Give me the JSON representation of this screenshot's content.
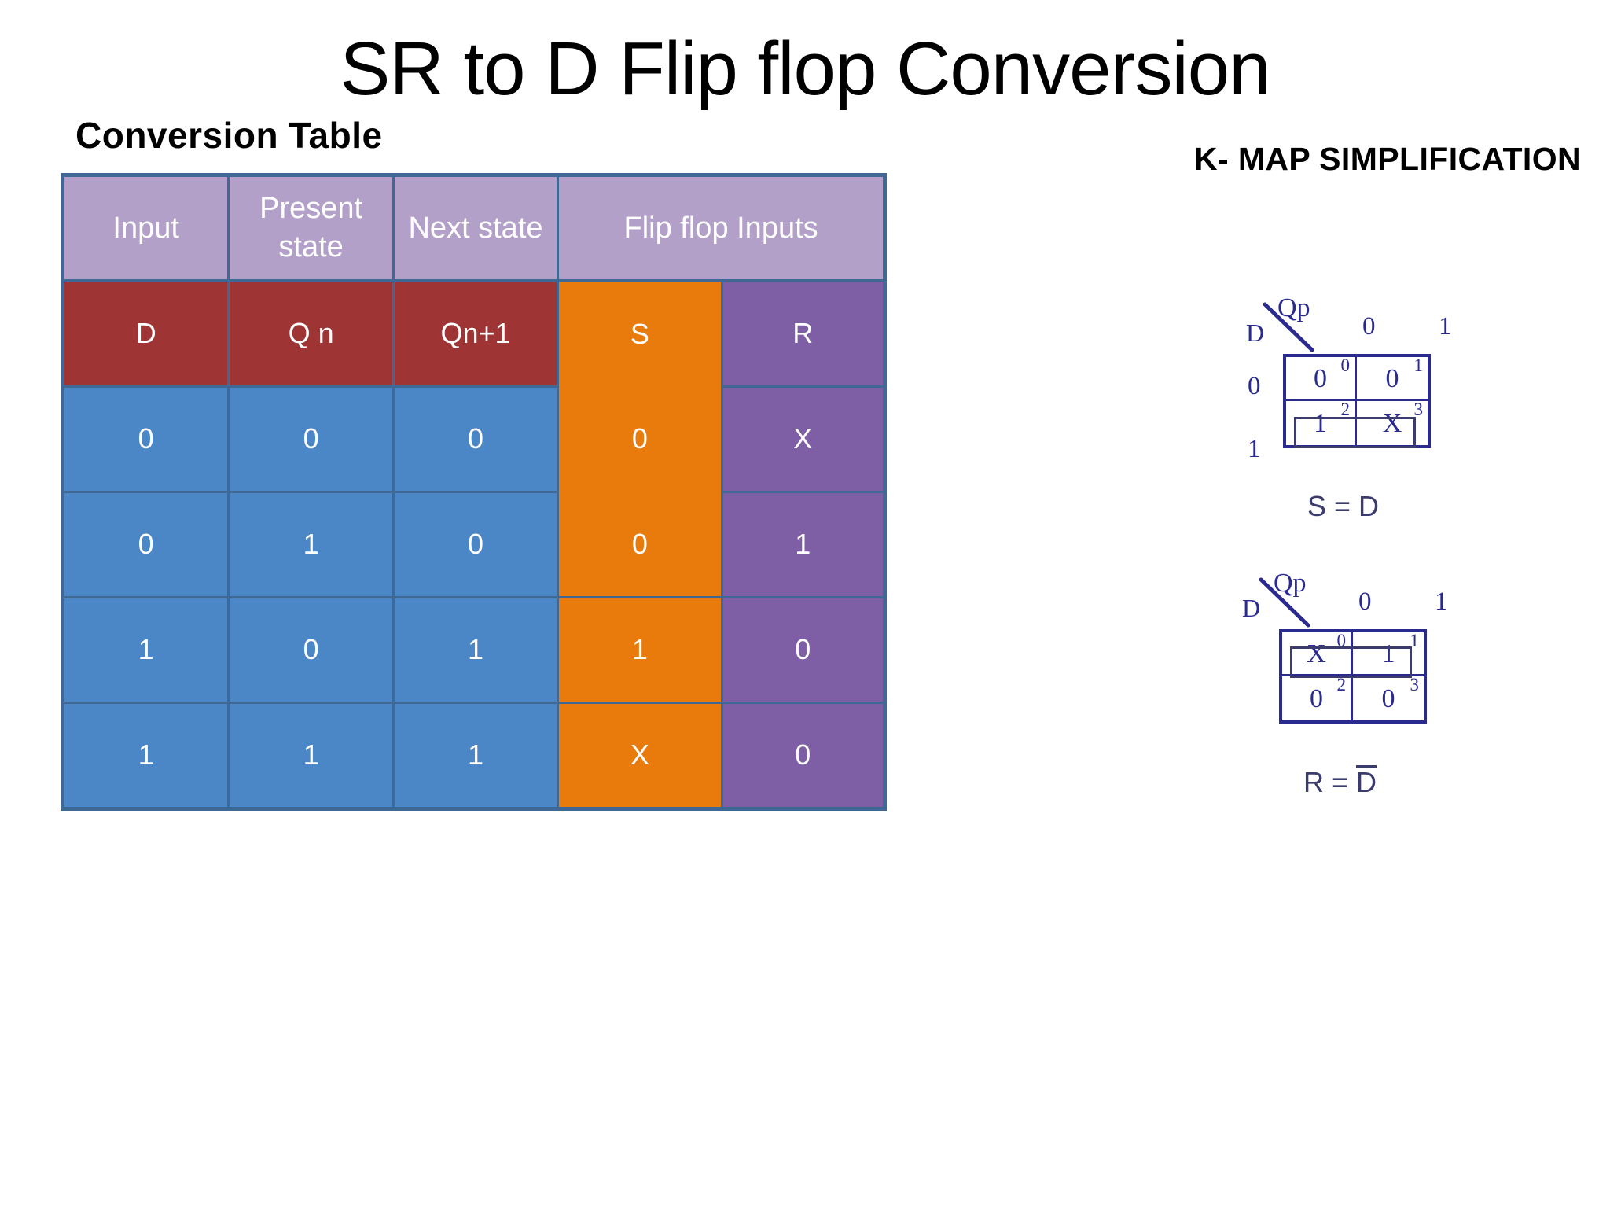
{
  "slide": {
    "title": "SR to D Flip flop Conversion",
    "conversion_table_label": "Conversion Table",
    "kmap_heading": "K- MAP SIMPLIFICATION"
  },
  "colors": {
    "header_lavender": "#B3A0C8",
    "symbol_row_red": "#9E3433",
    "data_blue": "#4B87C6",
    "s_column_orange": "#E87B0B",
    "r_column_purple": "#7E5FA5",
    "table_border": "#3F6895",
    "kmap_ink": "#2B2B8F",
    "text_white": "#FFFFFF",
    "background": "#FFFFFF"
  },
  "table": {
    "group_headers": [
      "Input",
      "Present state",
      "Next state",
      "Flip flop Inputs"
    ],
    "symbol_headers": [
      "D",
      "Q n",
      "Qn+1",
      "S",
      "R"
    ],
    "rows": [
      [
        "0",
        "0",
        "0",
        "0",
        "X"
      ],
      [
        "0",
        "1",
        "0",
        "0",
        "1"
      ],
      [
        "1",
        "0",
        "1",
        "1",
        "0"
      ],
      [
        "1",
        "1",
        "1",
        "X",
        "0"
      ]
    ]
  },
  "kmaps": [
    {
      "name": "s-kmap",
      "row_var": "D",
      "col_var": "Qp",
      "col_labels": [
        "0",
        "1"
      ],
      "row_labels": [
        "0",
        "1"
      ],
      "cells": [
        {
          "index": "0",
          "value": "0"
        },
        {
          "index": "1",
          "value": "0"
        },
        {
          "index": "2",
          "value": "1"
        },
        {
          "index": "3",
          "value": "X"
        }
      ],
      "group": "bottom row (cells 2,3)",
      "result_lhs": "S = ",
      "result_rhs": "D",
      "result_overbar": false
    },
    {
      "name": "r-kmap",
      "row_var": "D",
      "col_var": "Qp",
      "col_labels": [
        "0",
        "1"
      ],
      "row_labels": [
        "",
        ""
      ],
      "cells": [
        {
          "index": "0",
          "value": "X"
        },
        {
          "index": "1",
          "value": "1"
        },
        {
          "index": "2",
          "value": "0"
        },
        {
          "index": "3",
          "value": "0"
        }
      ],
      "group": "top row (cells 0,1)",
      "result_lhs": "R = ",
      "result_rhs": "D",
      "result_overbar": true
    }
  ],
  "chart_data": {
    "type": "table",
    "title": "SR to D Flip flop Conversion Table",
    "columns": [
      "D",
      "Q n",
      "Qn+1",
      "S",
      "R"
    ],
    "column_groups": [
      "Input",
      "Present state",
      "Next state",
      "Flip flop Inputs",
      "Flip flop Inputs"
    ],
    "rows": [
      [
        "0",
        "0",
        "0",
        "0",
        "X"
      ],
      [
        "0",
        "1",
        "0",
        "0",
        "1"
      ],
      [
        "1",
        "0",
        "1",
        "1",
        "0"
      ],
      [
        "1",
        "1",
        "1",
        "X",
        "0"
      ]
    ],
    "derived_expressions": [
      "S = D",
      "R = D'"
    ]
  }
}
